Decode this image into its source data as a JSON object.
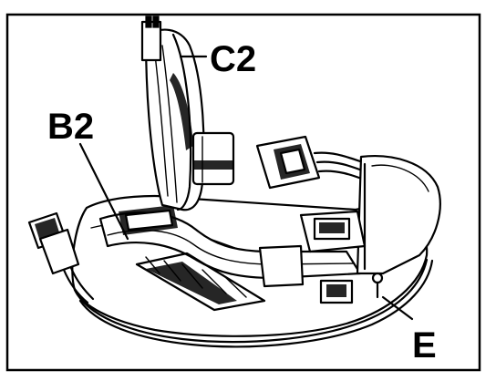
{
  "labels": {
    "c2": "C2",
    "b2": "B2",
    "e": "E"
  },
  "colors": {
    "ink": "#000000",
    "paper": "#ffffff"
  }
}
